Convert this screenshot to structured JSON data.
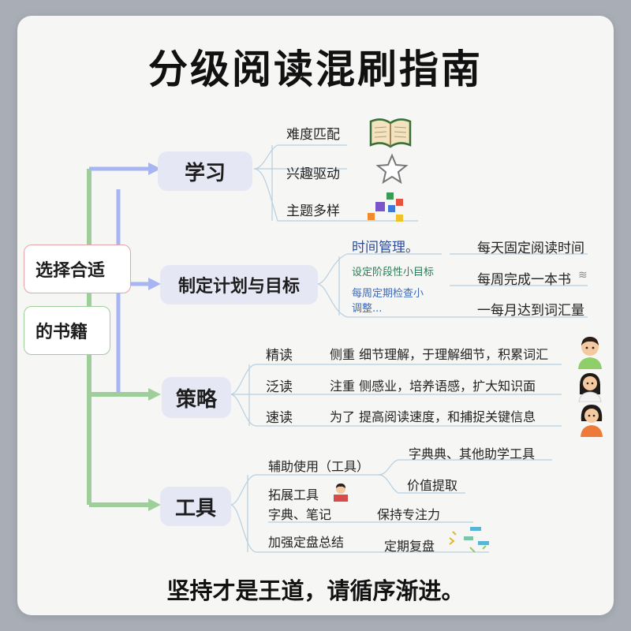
{
  "title": "分级阅读混刷指南",
  "footer": "坚持才是王道，请循序渐进。",
  "root": {
    "line1": "选择合适",
    "line2": "的书籍"
  },
  "branches": [
    {
      "label": "学习",
      "items": [
        "难度匹配",
        "兴趣驱动",
        "主题多样"
      ],
      "icons": [
        "open-book-icon",
        "star-icon",
        "colored-blocks-icon"
      ]
    },
    {
      "label": "制定计划与目标",
      "sub_title": "时间管理。",
      "sub_items": [
        "设定阶段性小目标",
        "每周定期检查小",
        "调整..."
      ],
      "goals": [
        "每天固定阅读时间",
        "每周完成一本书",
        "一每月达到词汇量"
      ]
    },
    {
      "label": "策略",
      "items": [
        {
          "name": "精读",
          "desc": "侧重 细节理解，于理解细节，积累词汇"
        },
        {
          "name": "泛读",
          "desc": "注重 侧感业，培养语感，扩大知识面"
        },
        {
          "name": "速读",
          "desc": "为了 提高阅读速度，和捕捉关键信息"
        }
      ],
      "icons": [
        "boy-avatar-icon",
        "girl-avatar-icon",
        "woman-avatar-icon"
      ]
    },
    {
      "label": "工具",
      "items": [
        "辅助使用（工具）",
        "字典、笔记",
        "加强定盘总结"
      ],
      "tool_label": "拓展工具",
      "sub_items": [
        "字典典、其他助学工具",
        "价值提取",
        "保持专注力",
        "定期复盘"
      ],
      "icons": [
        "reading-kid-icon",
        "scattered-cards-icon"
      ]
    }
  ],
  "colors": {
    "page_background": "#a9aeb6",
    "card": "#f6f6f4",
    "branch_line": "#9ecf9a",
    "arrow_blue": "#a7b6f0",
    "pill_bg": "#e6e7f4",
    "root_border": "#e8a3a8"
  }
}
